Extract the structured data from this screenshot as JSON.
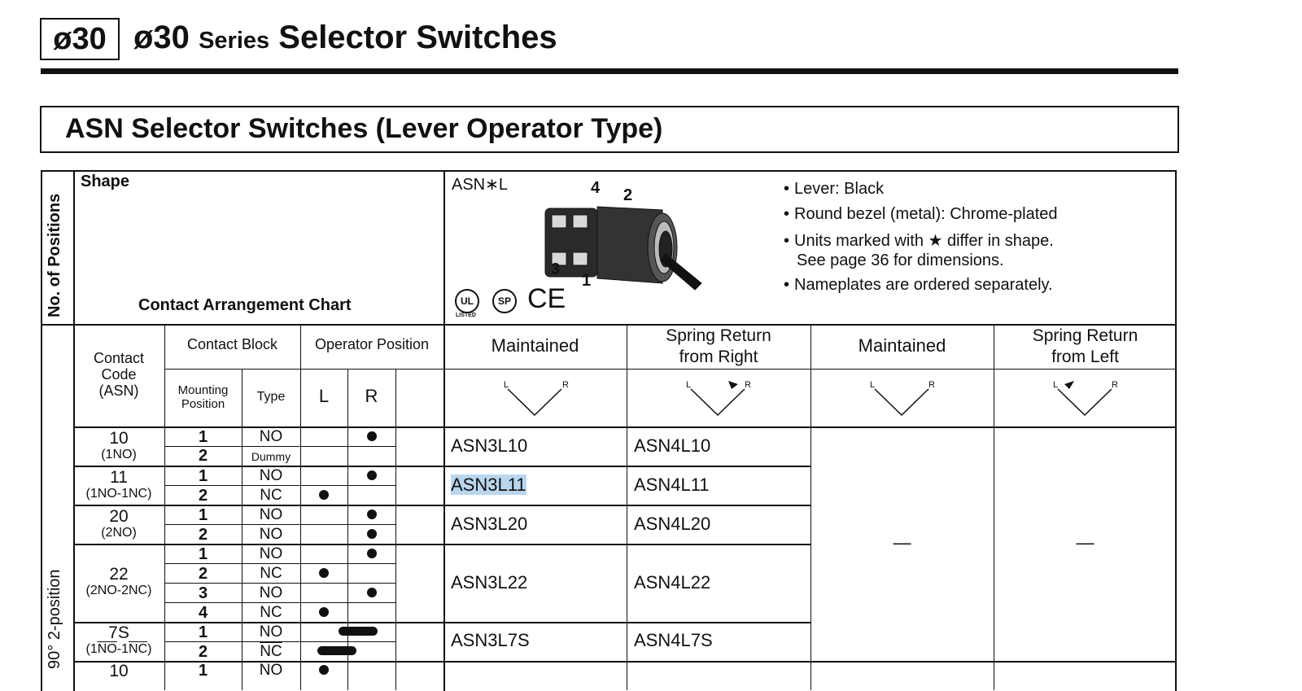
{
  "header": {
    "badge": "ø30",
    "title_prefix": "ø30",
    "title_series": "Series",
    "title_rest": "Selector Switches"
  },
  "section": {
    "title": "ASN Selector Switches (Lever Operator Type)"
  },
  "table": {
    "left_header": "No. of Positions",
    "shape_label": "Shape",
    "contact_chart_label": "Contact Arrangement Chart",
    "product_label": "ASN∗L",
    "image_numbers": [
      "4",
      "2",
      "3",
      "1"
    ],
    "cert_marks": {
      "ul": "UL",
      "ul_sub": "LISTED",
      "csa": "SP",
      "ce": "CE"
    },
    "notes": [
      "Lever: Black",
      "Round bezel (metal): Chrome-plated",
      "Units marked with ★ differ in shape.",
      "See page 36 for dimensions.",
      "Nameplates are ordered separately."
    ],
    "col_headers": {
      "contact_code": "Contact Code (ASN)",
      "contact_code_lines": [
        "Contact",
        "Code",
        "(ASN)"
      ],
      "contact_block": "Contact Block",
      "operator_position": "Operator Position",
      "mounting_position": [
        "Mounting",
        "Position"
      ],
      "type": "Type",
      "L": "L",
      "R": "R",
      "maintained_1": "Maintained",
      "spring_right": [
        "Spring Return",
        "from Right"
      ],
      "maintained_2": "Maintained",
      "spring_left": [
        "Spring Return",
        "from Left"
      ],
      "diagram_l": "L",
      "diagram_r": "R"
    },
    "position_group": "90° 2-position",
    "rows": [
      {
        "code": "10",
        "sub": "(1NO)",
        "blocks": [
          {
            "pos": "1",
            "type": "NO"
          },
          {
            "pos": "2",
            "type": "Dummy"
          }
        ],
        "maintained": "ASN3L10",
        "spring": "ASN4L10"
      },
      {
        "code": "11",
        "sub": "(1NO-1NC)",
        "blocks": [
          {
            "pos": "1",
            "type": "NO"
          },
          {
            "pos": "2",
            "type": "NC"
          }
        ],
        "maintained": "ASN3L11",
        "spring": "ASN4L11"
      },
      {
        "code": "20",
        "sub": "(2NO)",
        "blocks": [
          {
            "pos": "1",
            "type": "NO"
          },
          {
            "pos": "2",
            "type": "NO"
          }
        ],
        "maintained": "ASN3L20",
        "spring": "ASN4L20"
      },
      {
        "code": "22",
        "sub": "(2NO-2NC)",
        "blocks": [
          {
            "pos": "1",
            "type": "NO"
          },
          {
            "pos": "2",
            "type": "NC"
          },
          {
            "pos": "3",
            "type": "NO"
          },
          {
            "pos": "4",
            "type": "NC"
          }
        ],
        "maintained": "ASN3L22",
        "spring": "ASN4L22"
      },
      {
        "code": "7S",
        "sub_pre": "(1",
        "sub_no": "NO",
        "sub_mid": "-1",
        "sub_nc": "NC",
        "sub_post": ")",
        "blocks": [
          {
            "pos": "1",
            "type": "NO"
          },
          {
            "pos": "2",
            "type": "NC"
          }
        ],
        "maintained": "ASN3L7S",
        "spring": "ASN4L7S"
      }
    ],
    "partial_row": {
      "code": "10",
      "pos": "1",
      "type": "NO"
    },
    "dash": "—"
  }
}
